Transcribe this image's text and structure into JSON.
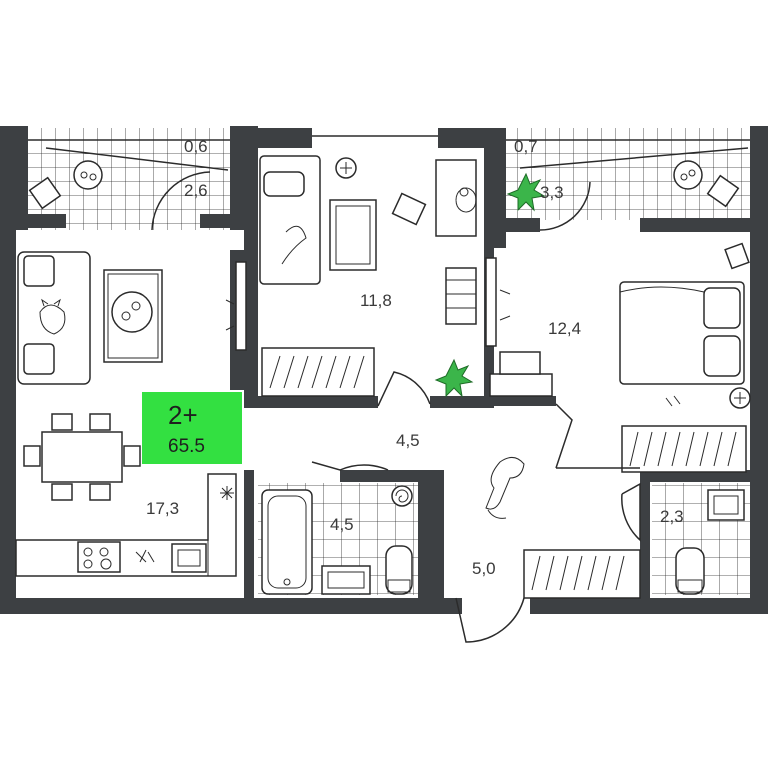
{
  "badge": {
    "rooms": "2+",
    "total_area": "65.5",
    "color": "#33e041"
  },
  "rooms": {
    "balcony_left_small": "0,6",
    "balcony_left": "2,6",
    "balcony_right_small": "0,7",
    "balcony_right": "3,3",
    "bedroom_small": "11,8",
    "bedroom_large": "12,4",
    "living_kitchen": "17,3",
    "hall": "4,5",
    "corridor": "5,0",
    "bathroom": "4,5",
    "toilet": "2,3"
  },
  "colors": {
    "wall": "#3d4043",
    "plant": "#3bb54a",
    "line": "#2b2b2b"
  }
}
